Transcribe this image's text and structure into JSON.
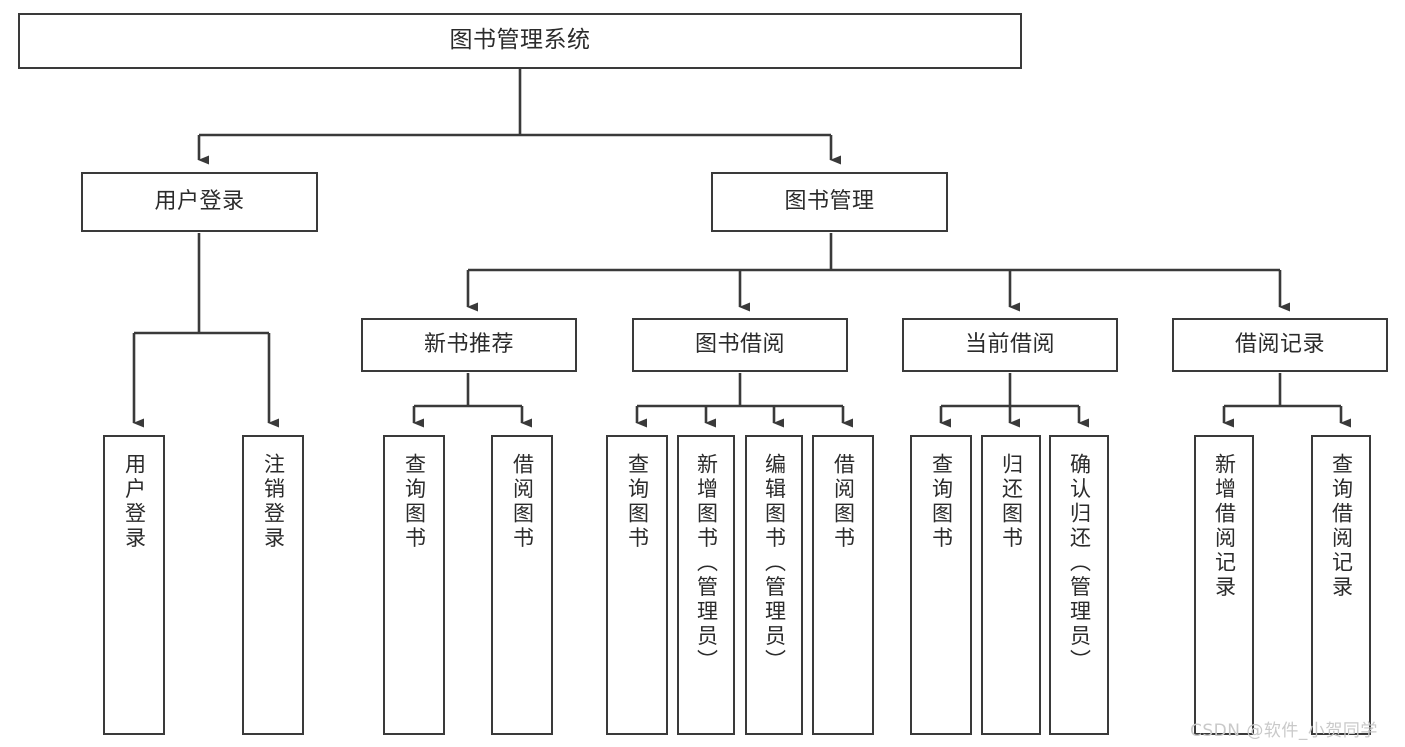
{
  "diagram": {
    "title": "图书管理系统",
    "type": "hierarchy-tree",
    "watermark": "CSDN @软件_小贺同学",
    "colors": {
      "box_border": "#3a3a3a",
      "box_fill": "#ffffff",
      "connector": "#3a3a3a",
      "text": "#2b2b2b",
      "watermark": "#c9c9c9",
      "background": "#ffffff"
    },
    "nodes": {
      "root": {
        "label": "图书管理系统"
      },
      "level2": [
        {
          "id": "user-login",
          "label": "用户登录"
        },
        {
          "id": "book-manage",
          "label": "图书管理"
        }
      ],
      "level3": [
        {
          "id": "new-book-rec",
          "label": "新书推荐"
        },
        {
          "id": "book-borrow",
          "label": "图书借阅"
        },
        {
          "id": "current-borrow",
          "label": "当前借阅"
        },
        {
          "id": "borrow-record",
          "label": "借阅记录"
        }
      ],
      "leaves": {
        "user-login": [
          {
            "id": "leaf-user-login",
            "label": "用户登录"
          },
          {
            "id": "leaf-logout",
            "label": "注销登录"
          }
        ],
        "new-book-rec": [
          {
            "id": "leaf-query-book-1",
            "label": "查询图书"
          },
          {
            "id": "leaf-borrow-book-1",
            "label": "借阅图书"
          }
        ],
        "book-borrow": [
          {
            "id": "leaf-query-book-2",
            "label": "查询图书"
          },
          {
            "id": "leaf-add-book",
            "label": "新增图书（管理员）"
          },
          {
            "id": "leaf-edit-book",
            "label": "编辑图书（管理员）"
          },
          {
            "id": "leaf-borrow-book-2",
            "label": "借阅图书"
          }
        ],
        "current-borrow": [
          {
            "id": "leaf-query-book-3",
            "label": "查询图书"
          },
          {
            "id": "leaf-return-book",
            "label": "归还图书"
          },
          {
            "id": "leaf-confirm-return",
            "label": "确认归还（管理员）"
          }
        ],
        "borrow-record": [
          {
            "id": "leaf-add-record",
            "label": "新增借阅记录"
          },
          {
            "id": "leaf-query-record",
            "label": "查询借阅记录"
          }
        ]
      }
    }
  }
}
